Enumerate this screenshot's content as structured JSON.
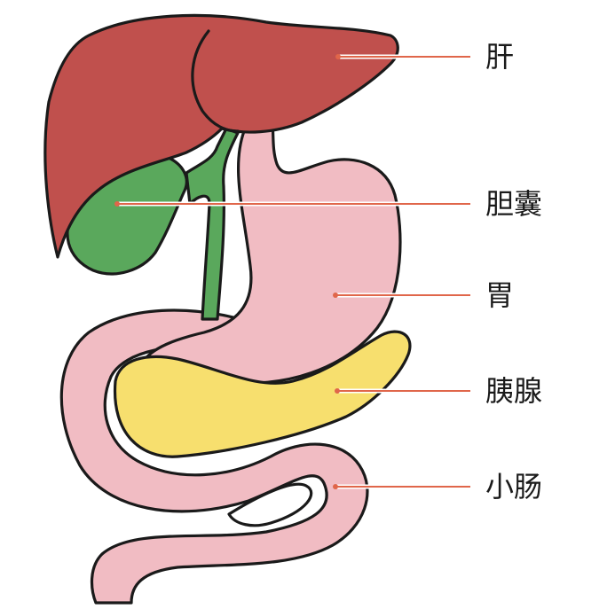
{
  "colors": {
    "liver": "#c0504d",
    "gallbladder": "#5aa85c",
    "stomach": "#f1bcc3",
    "pancreas": "#f7df6e",
    "small_intestine": "#f1bcc3",
    "outline": "#1a1a1a",
    "leader": "#e0664a"
  },
  "labels": {
    "liver": "肝",
    "gallbladder": "胆囊",
    "stomach": "胃",
    "pancreas": "胰腺",
    "small_intestine": "小肠"
  }
}
